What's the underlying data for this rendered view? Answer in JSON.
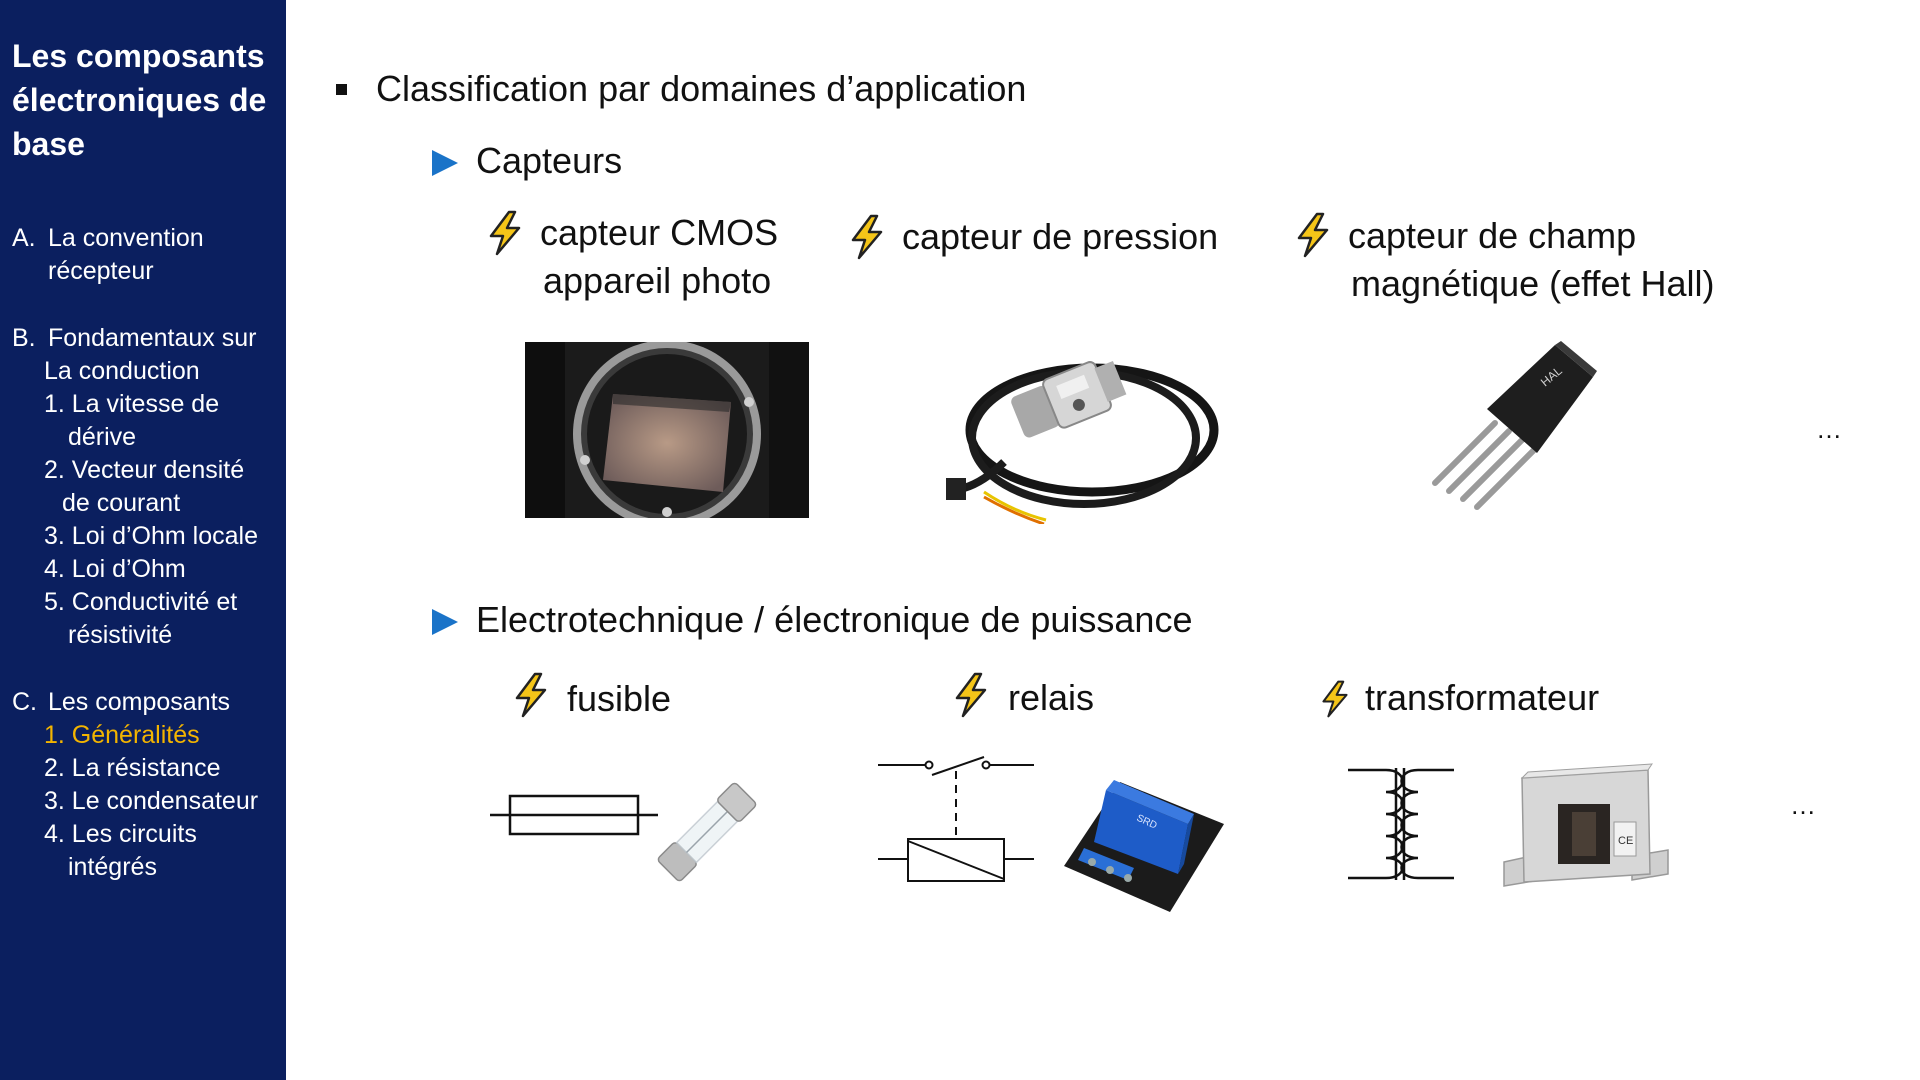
{
  "sidebar": {
    "title": "Les composants électroniques de base",
    "toc": {
      "a_mark": "A.",
      "a_line1": "La convention",
      "a_line2": "récepteur",
      "b_mark": "B.",
      "b_line1": "Fondamentaux sur",
      "b_line2": "La conduction",
      "b1_line1": "1. La vitesse de",
      "b1_line2": "dérive",
      "b2_line1": "2. Vecteur densité",
      "b2_line2": "de courant",
      "b3": "3. Loi d’Ohm locale",
      "b4": "4. Loi d’Ohm",
      "b5_line1": "5. Conductivité et",
      "b5_line2": "résistivité",
      "c_mark": "C.",
      "c_line1": "Les composants",
      "c1": "1. Généralités",
      "c2": "2. La résistance",
      "c3": "3. Le condensateur",
      "c4_line1": "4. Les circuits",
      "c4_line2": "intégrés"
    }
  },
  "main": {
    "heading": "Classification par domaines d’application",
    "section1": {
      "title": "Capteurs",
      "item1_line1": "capteur CMOS",
      "item1_line2": "appareil photo",
      "item2": "capteur de pression",
      "item3_line1": "capteur de champ",
      "item3_line2": "magnétique (effet Hall)",
      "more": "…"
    },
    "section2": {
      "title": "Electrotechnique / électronique de puissance",
      "item1": "fusible",
      "item2": "relais",
      "item3": "transformateur",
      "more": "…"
    }
  },
  "colors": {
    "sidebar_bg": "#0b1f5f",
    "active_item": "#f3b400",
    "triangle_bullet": "#1a73c8",
    "bolt": "#f5c518"
  },
  "icons": {
    "bullet": "square-bullet-icon",
    "section_bullet": "blue-triangle-icon",
    "item_bullet": "lightning-bolt-icon"
  }
}
